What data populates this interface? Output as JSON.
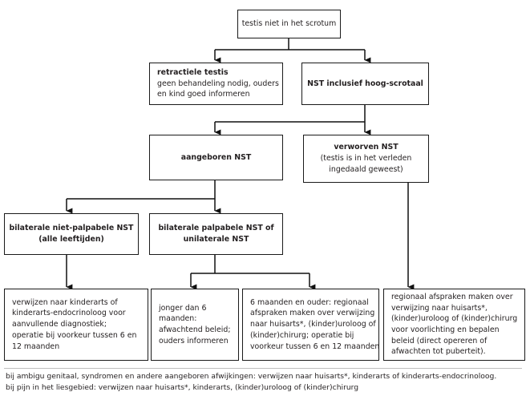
{
  "diagram": {
    "title_text": "testis niet in het scrotum",
    "nodes": {
      "root": {
        "label": "testis niet in het scrotum"
      },
      "retractiele": {
        "line1": "retractiele testis",
        "line2": "geen behandeling nodig, ouders",
        "line3": "en kind goed informeren"
      },
      "nst_inclusief": {
        "label": "NST inclusief hoog-scrotaal"
      },
      "aangeboren": {
        "label": "aangeboren NST"
      },
      "verworven": {
        "line1": "verworven NST",
        "line2": "(testis is in het verleden",
        "line3": "ingedaald geweest)"
      },
      "bilateraal_niet_palpabel": {
        "line1": "bilaterale niet-palpabele NST",
        "line2": "(alle leeftijden)"
      },
      "bilateraal_palpabel": {
        "line1": "bilaterale palpabele NST of",
        "line2": "unilaterale NST"
      },
      "actie_verwijzen": {
        "line1": "verwijzen naar kinderarts of",
        "line2": "kinderarts-endocrinoloog voor",
        "line3": "aanvullende diagnostiek;",
        "line4": "operatie bij voorkeur tussen 6 en",
        "line5": "12 maanden"
      },
      "actie_jonger": {
        "line1": "jonger dan 6",
        "line2": "maanden:",
        "line3": "afwachtend beleid;",
        "line4": "ouders informeren"
      },
      "actie_ouder": {
        "line1": "6 maanden en ouder: regionaal",
        "line2": "afspraken maken over verwijzing",
        "line3": "naar huisarts*, (kinder)uroloog of",
        "line4": "(kinder)chirurg; operatie bij",
        "line5": "voorkeur tussen 6 en 12 maanden"
      },
      "actie_regionaal": {
        "line1": "regionaal afspraken maken over",
        "line2": "verwijzing naar huisarts*,",
        "line3": "(kinder)uroloog of (kinder)chirurg",
        "line4": "voor voorlichting en bepalen",
        "line5": "beleid (direct opereren of",
        "line6": "afwachten tot puberteit)."
      }
    },
    "footnotes": {
      "line1": "bij ambigu genitaal, syndromen en andere aangeboren afwijkingen: verwijzen naar huisarts*, kinderarts of kinderarts-endocrinoloog.",
      "line2": "bij pijn in het liesgebied: verwijzen naar huisarts*, kinderarts, (kinder)uroloog of (kinder)chirurg"
    },
    "colors": {
      "border": "#1a1a1a",
      "text": "#231f20",
      "background": "#ffffff",
      "connector": "#111111"
    }
  }
}
